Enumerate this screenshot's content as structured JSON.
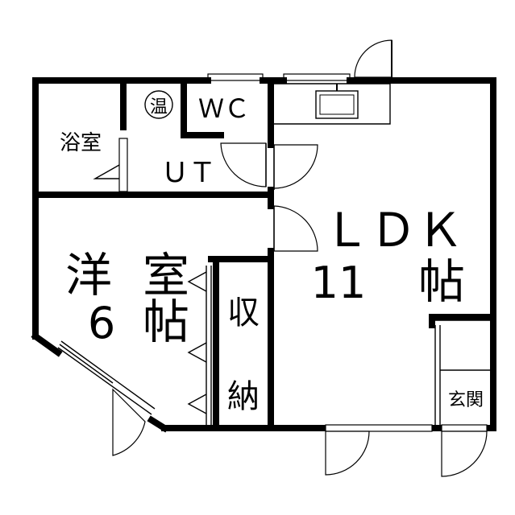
{
  "rooms": {
    "bath": "浴室",
    "water_heater": "温",
    "wc": "ＷＣ",
    "utility": "ＵＴ",
    "western_room": {
      "name_1": "洋",
      "name_2": "室",
      "size": "6",
      "unit": "帖"
    },
    "storage": {
      "char_1": "収",
      "char_2": "納"
    },
    "ldk": {
      "name": "ＬＤＫ",
      "size": "11",
      "unit": "帖"
    },
    "entrance": "玄関"
  }
}
